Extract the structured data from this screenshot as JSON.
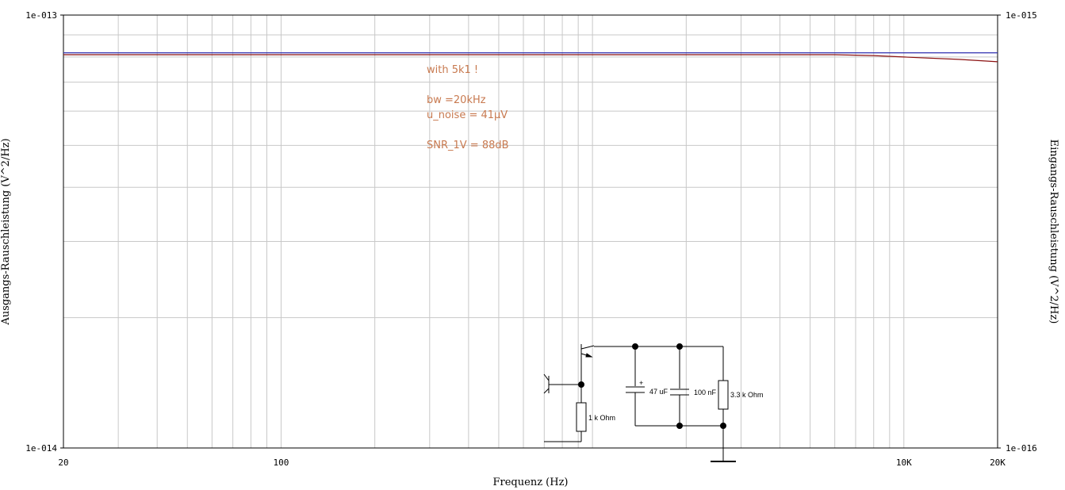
{
  "chart_data": {
    "type": "line",
    "xlabel": "Frequenz (Hz)",
    "ylabel_left": "Ausgangs-Rauschleistung (V^2/Hz)",
    "ylabel_right": "Eingangs-Rauschleistung (V^2/Hz)",
    "x_scale": "log",
    "y_scale": "log",
    "xlim": [
      20,
      20000
    ],
    "ylim_left": [
      1e-14,
      1e-13
    ],
    "ylim_right": [
      1e-16,
      1e-15
    ],
    "x_tick_labels": [
      {
        "value": 20,
        "label": "20"
      },
      {
        "value": 100,
        "label": "100"
      },
      {
        "value": 10000,
        "label": "10K"
      },
      {
        "value": 20000,
        "label": "20K"
      }
    ],
    "y_left_tick_labels": [
      {
        "value": 1e-13,
        "label": "1e-013"
      },
      {
        "value": 1e-14,
        "label": "1e-014"
      }
    ],
    "y_right_tick_labels": [
      {
        "value": 1e-15,
        "label": "1e-015"
      },
      {
        "value": 1e-16,
        "label": "1e-016"
      }
    ],
    "grid": true,
    "series": [
      {
        "color": "#3030b0",
        "axis": "left",
        "x": [
          20,
          100,
          1000,
          10000,
          20000
        ],
        "y": [
          8.18e-14,
          8.18e-14,
          8.18e-14,
          8.18e-14,
          8.18e-14
        ]
      },
      {
        "color": "#8b1010",
        "axis": "left",
        "x": [
          20,
          100,
          1000,
          6000,
          8000,
          10000,
          15000,
          20000
        ],
        "y": [
          8.1e-14,
          8.1e-14,
          8.1e-14,
          8.1e-14,
          8.06e-14,
          8e-14,
          7.9e-14,
          7.8e-14
        ]
      }
    ],
    "annotations": [
      "with 5k1 !",
      "bw =20kHz",
      "u_noise = 41µV",
      "SNR_1V = 88dB"
    ]
  },
  "schematic": {
    "labels": {
      "r1": "1 k Ohm",
      "c1": "47 uF",
      "c2": "100 nF",
      "r2": "3.3 k Ohm",
      "polarity": "+"
    }
  }
}
